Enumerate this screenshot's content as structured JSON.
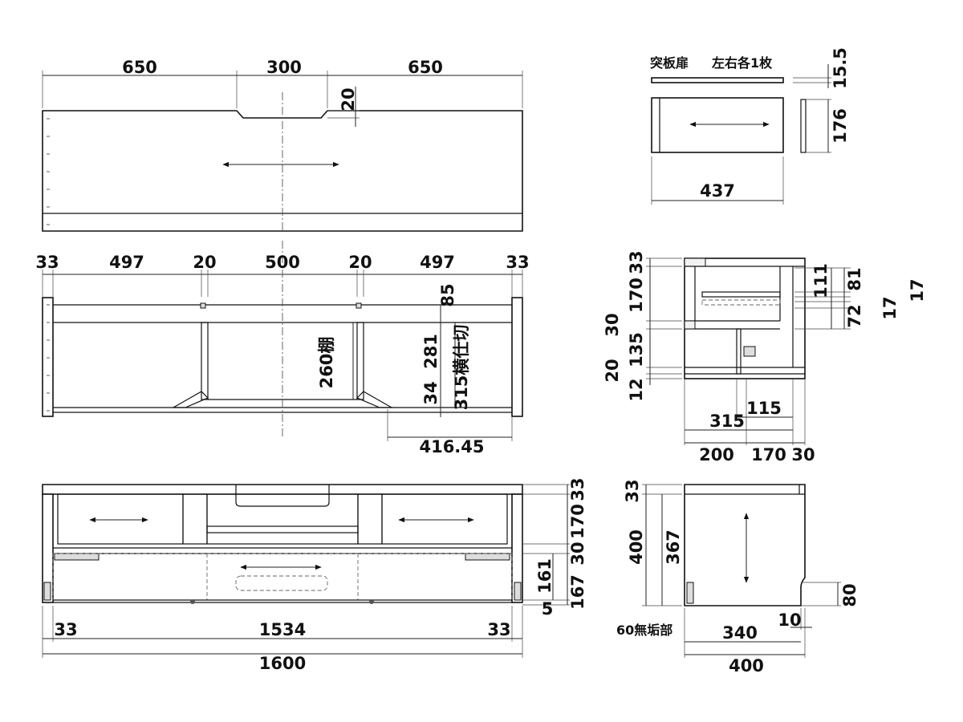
{
  "top_view": {
    "dims": [
      "650",
      "300",
      "650",
      "20"
    ]
  },
  "front_inner": {
    "dims": [
      "33",
      "497",
      "20",
      "500",
      "20",
      "497",
      "33",
      "85",
      "260棚",
      "281",
      "315横仕切",
      "34",
      "416.45"
    ]
  },
  "front_view": {
    "dims_right": [
      "33",
      "170",
      "30",
      "161",
      "167",
      "5"
    ],
    "dims_bottom": [
      "33",
      "1534",
      "33",
      "1600"
    ]
  },
  "door_panel": {
    "label_left": "突板扉",
    "label_right": "左右各1枚",
    "dims": [
      "15.5",
      "176",
      "437"
    ]
  },
  "side_section": {
    "dims_left": [
      "33",
      "170",
      "30",
      "135",
      "20",
      "12"
    ],
    "dims_right": [
      "111",
      "81",
      "17",
      "72",
      "17"
    ],
    "dims_bottom": [
      "115",
      "315",
      "200",
      "170",
      "30"
    ]
  },
  "side_view": {
    "dims": [
      "33",
      "400",
      "367",
      "80",
      "10",
      "340",
      "400"
    ],
    "label_no_skirt": "60無垢部"
  }
}
